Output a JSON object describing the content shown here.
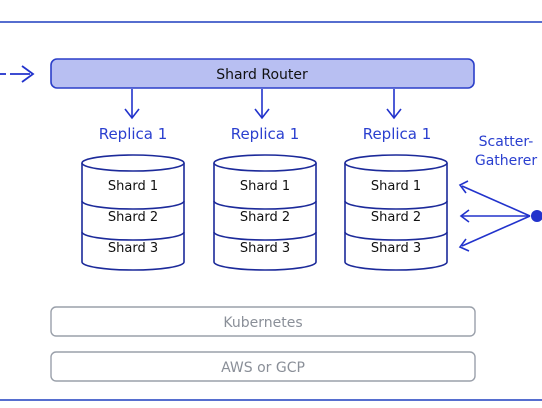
{
  "diagram": {
    "router": {
      "label": "Shard Router"
    },
    "replicas": [
      {
        "label": "Replica 1",
        "shards": [
          "Shard 1",
          "Shard 2",
          "Shard 3"
        ]
      },
      {
        "label": "Replica 1",
        "shards": [
          "Shard 1",
          "Shard 2",
          "Shard 3"
        ]
      },
      {
        "label": "Replica 1",
        "shards": [
          "Shard 1",
          "Shard 2",
          "Shard 3"
        ]
      }
    ],
    "scatter_gatherer": {
      "label_line1": "Scatter-",
      "label_line2": "Gatherer"
    },
    "layers": [
      {
        "label": "Kubernetes"
      },
      {
        "label": "AWS or GCP"
      }
    ],
    "colors": {
      "frame_line": "#1f3fbf",
      "router_fill": "#b8bff2",
      "router_stroke": "#2b3fc9",
      "arrow": "#2233cc",
      "replica_label": "#2a3fcf",
      "cylinder_stroke": "#1c2a9a",
      "layer_stroke": "#9aa0aa",
      "layer_text": "#8a8f98",
      "text_dark": "#111111"
    }
  }
}
